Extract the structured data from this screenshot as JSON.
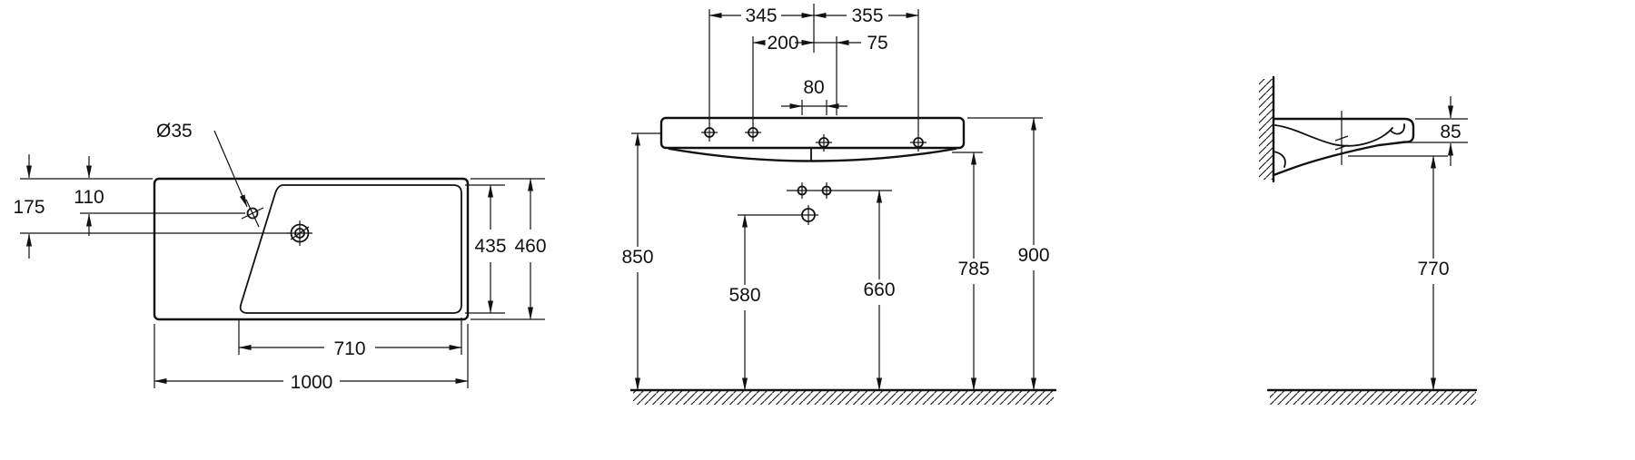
{
  "views": {
    "plan": {
      "dim_hole": "Ø35",
      "dim_175": "175",
      "dim_110": "110",
      "dim_435": "435",
      "dim_460": "460",
      "dim_710": "710",
      "dim_1000": "1000"
    },
    "front": {
      "dim_345": "345",
      "dim_355": "355",
      "dim_200": "200",
      "dim_75": "75",
      "dim_80": "80",
      "dim_850": "850",
      "dim_580": "580",
      "dim_660": "660",
      "dim_785": "785",
      "dim_900": "900"
    },
    "side": {
      "dim_85": "85",
      "dim_770": "770"
    }
  },
  "colors": {
    "line": "#111111",
    "background": "#ffffff"
  }
}
